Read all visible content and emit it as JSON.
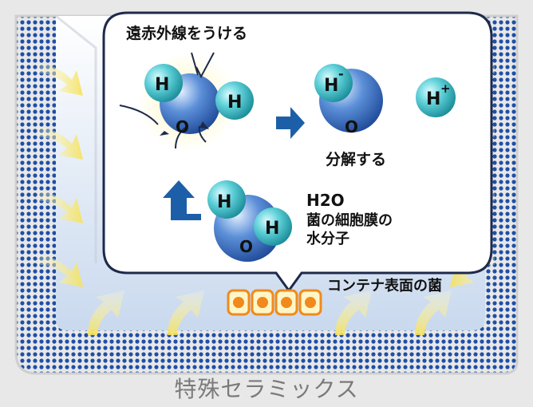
{
  "bubble": {
    "far_infrared_label": "遠赤外線をうける",
    "decompose_label": "分解する",
    "water_title": "H2O",
    "water_desc_line1": "菌の細胞膜の",
    "water_desc_line2": "水分子"
  },
  "atoms": {
    "hydrogen": "H",
    "oxygen": "O",
    "hydride": "H",
    "hydride_charge": "-",
    "proton": "H",
    "proton_charge": "+"
  },
  "bacteria_label": "コンテナ表面の菌",
  "caption": "特殊セラミックス",
  "colors": {
    "background": "#e8e8e8",
    "dots": "#1f4fa8",
    "hydrogen": "#5fd0d8",
    "oxygen": "#3f6fc0",
    "arrow": "#1c5fa8",
    "heat_arrow": "#f6e26a",
    "bacteria": "#f08a1c"
  }
}
